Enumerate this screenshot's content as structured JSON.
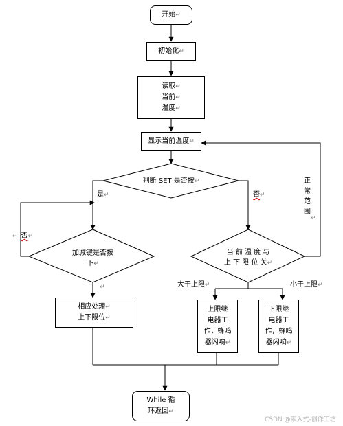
{
  "nodes": {
    "start": "开始",
    "init": "初始化",
    "read_temp": [
      "读取",
      "当前",
      "温度"
    ],
    "display_temp": "显示当前温度",
    "check_set": "判断 SET 是否按",
    "check_range": [
      "当 前 温 度 与",
      "上 下 限 位 关"
    ],
    "check_adjust": [
      "加减键是否按",
      "下"
    ],
    "handle_limits": [
      "相应处理",
      "上下限位"
    ],
    "upper_alarm": [
      "上限继",
      "电器工",
      "作，蜂鸣",
      "器闪响"
    ],
    "lower_alarm": [
      "下限继",
      "电器工",
      "作，蜂鸣",
      "器闪响"
    ],
    "loop_end": [
      "While 循",
      "环返回"
    ]
  },
  "labels": {
    "yes": "是",
    "no_right": "否",
    "no_left": "否",
    "normal_range": [
      "正",
      "常",
      "范",
      "围"
    ],
    "above_upper": "大于上限",
    "below_lower": "小于上限"
  },
  "watermark": "CSDN @嵌入式-创作工坊",
  "paragraph_mark": "↵"
}
